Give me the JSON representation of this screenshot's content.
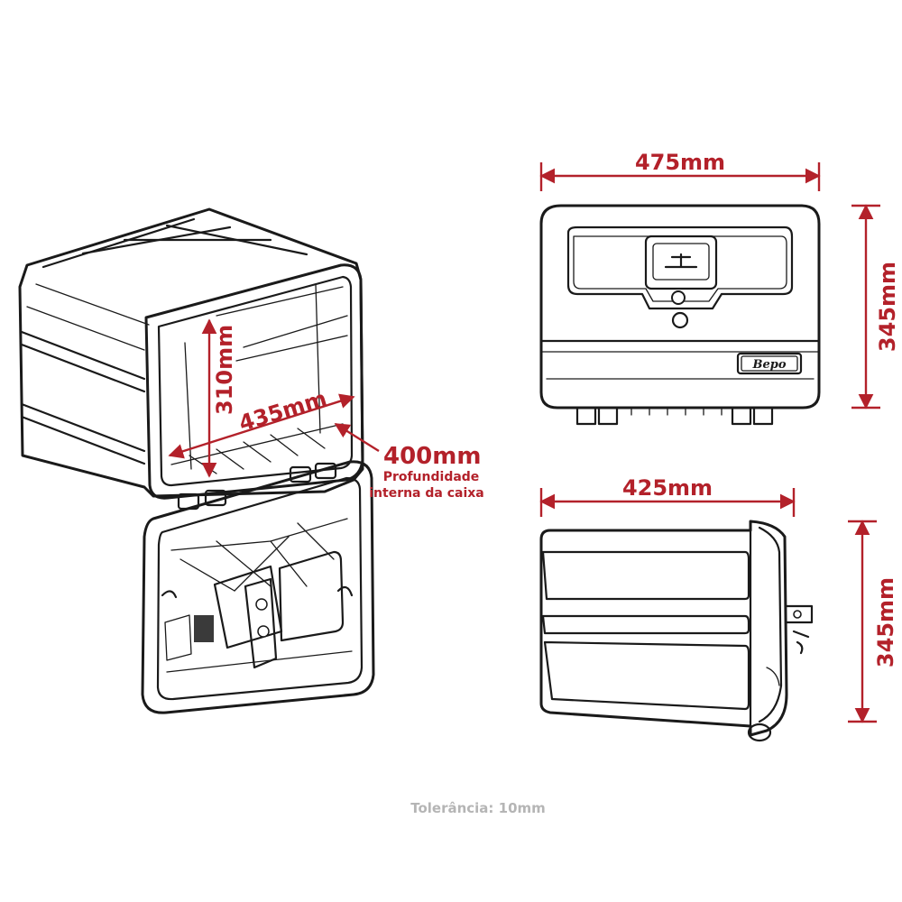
{
  "dimensions": {
    "front_width": "475mm",
    "front_height": "345mm",
    "side_depth": "425mm",
    "side_height": "345mm",
    "inner_height": "310mm",
    "inner_width": "435mm",
    "inner_depth": "400mm",
    "inner_depth_caption_line1": "Profundidade",
    "inner_depth_caption_line2": "interna da caixa"
  },
  "brand_logo": "Bepo",
  "tolerance": "Tolerância: 10mm",
  "colors": {
    "dimension": "#b3212a",
    "line": "#1a1a1a",
    "tolerance": "#b5b5b5"
  }
}
